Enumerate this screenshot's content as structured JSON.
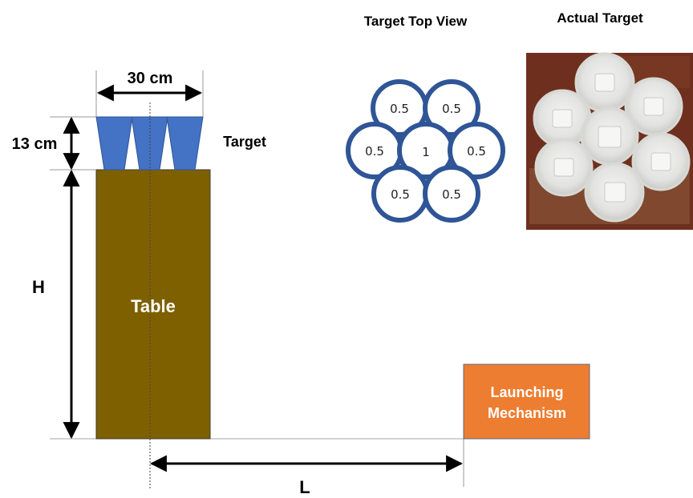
{
  "labels": {
    "width": "30 cm",
    "cup_height": "13 cm",
    "target": "Target",
    "height": "H",
    "table": "Table",
    "distance": "L",
    "launcher": "Launching Mechanism",
    "launcher_line1": "Launching",
    "launcher_line2": "Mechanism",
    "top_view_title": "Target Top View",
    "actual_title": "Actual Target"
  },
  "top_view": {
    "cup_values": [
      "0.5",
      "0.5",
      "0.5",
      "1",
      "0.5",
      "0.5",
      "0.5"
    ]
  },
  "colors": {
    "table": "#7f6000",
    "cups": "#4472c4",
    "ring": "#2f5597",
    "launcher": "#ed7d31",
    "launcher_border": "#5b6b7f",
    "photo_bg": "#6e2f1e"
  }
}
